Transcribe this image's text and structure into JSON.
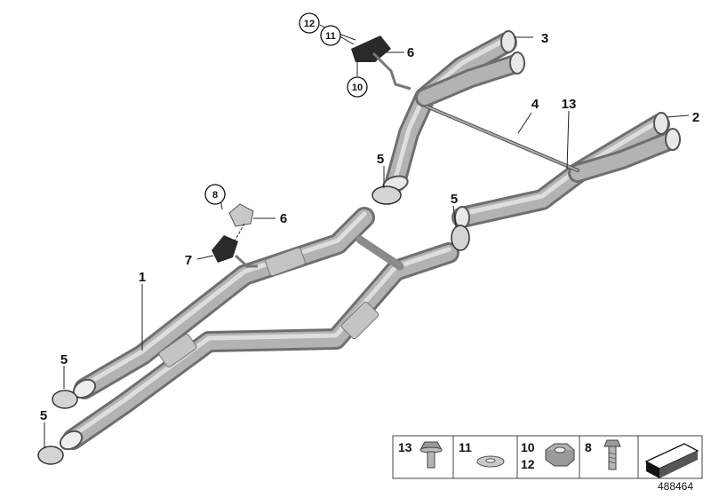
{
  "callouts": {
    "c1": "1",
    "c2": "2",
    "c3": "3",
    "c4": "4",
    "c5a": "5",
    "c5b": "5",
    "c5c": "5",
    "c5d": "5",
    "c6a": "6",
    "c6b": "6",
    "c7": "7",
    "c8": "8",
    "c10": "10",
    "c11": "11",
    "c12": "12",
    "c13": "13"
  },
  "legend": {
    "cell1": "13",
    "cell2": "11",
    "cell3_top": "10",
    "cell3_bottom": "12",
    "cell4": "8"
  },
  "reference_number": "488464",
  "colors": {
    "pipe": "#a9a9a9",
    "pipe_dark": "#7c7c7c",
    "pipe_light": "#d9d9d9",
    "line": "#222222",
    "black_part": "#2a2a2a"
  }
}
